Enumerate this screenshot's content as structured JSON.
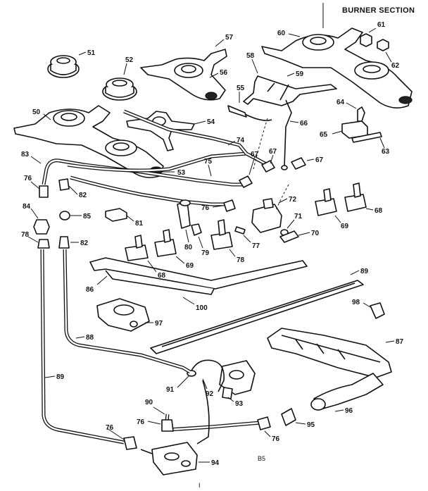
{
  "diagram": {
    "title": "BURNER SECTION",
    "page_ref": "B5",
    "bottom_mark": "I"
  },
  "callouts": [
    {
      "id": "c51",
      "label": "51"
    },
    {
      "id": "c52",
      "label": "52"
    },
    {
      "id": "c57",
      "label": "57"
    },
    {
      "id": "c56a",
      "label": "56"
    },
    {
      "id": "c60",
      "label": "60"
    },
    {
      "id": "c61",
      "label": "61"
    },
    {
      "id": "c62",
      "label": "62"
    },
    {
      "id": "c58",
      "label": "58"
    },
    {
      "id": "c59",
      "label": "59"
    },
    {
      "id": "c55",
      "label": "55"
    },
    {
      "id": "c64",
      "label": "64"
    },
    {
      "id": "c50",
      "label": "50"
    },
    {
      "id": "c54",
      "label": "54"
    },
    {
      "id": "c66",
      "label": "66"
    },
    {
      "id": "c65",
      "label": "65"
    },
    {
      "id": "c63",
      "label": "63"
    },
    {
      "id": "c74",
      "label": "74"
    },
    {
      "id": "c83",
      "label": "83"
    },
    {
      "id": "c75",
      "label": "75"
    },
    {
      "id": "c67a",
      "label": "67"
    },
    {
      "id": "c67b",
      "label": "67"
    },
    {
      "id": "c67c",
      "label": "67"
    },
    {
      "id": "c53",
      "label": "53"
    },
    {
      "id": "c76a",
      "label": "76"
    },
    {
      "id": "c82a",
      "label": "82"
    },
    {
      "id": "c72",
      "label": "72"
    },
    {
      "id": "c84",
      "label": "84"
    },
    {
      "id": "c85",
      "label": "85"
    },
    {
      "id": "c81",
      "label": "81"
    },
    {
      "id": "c76b",
      "label": "76"
    },
    {
      "id": "c71",
      "label": "71"
    },
    {
      "id": "c68a",
      "label": "68"
    },
    {
      "id": "c69a",
      "label": "69"
    },
    {
      "id": "c78a",
      "label": "78"
    },
    {
      "id": "c82b",
      "label": "82"
    },
    {
      "id": "c80",
      "label": "80"
    },
    {
      "id": "c79",
      "label": "79"
    },
    {
      "id": "c77",
      "label": "77"
    },
    {
      "id": "c70",
      "label": "70"
    },
    {
      "id": "c78b",
      "label": "78"
    },
    {
      "id": "c68b",
      "label": "68"
    },
    {
      "id": "c69b",
      "label": "69"
    },
    {
      "id": "c89a",
      "label": "89"
    },
    {
      "id": "c86",
      "label": "86"
    },
    {
      "id": "c100",
      "label": "100"
    },
    {
      "id": "c98",
      "label": "98"
    },
    {
      "id": "c97",
      "label": "97"
    },
    {
      "id": "c88",
      "label": "88"
    },
    {
      "id": "c87",
      "label": "87"
    },
    {
      "id": "c89b",
      "label": "89"
    },
    {
      "id": "c91",
      "label": "91"
    },
    {
      "id": "c92",
      "label": "92"
    },
    {
      "id": "c93",
      "label": "93"
    },
    {
      "id": "c90",
      "label": "90"
    },
    {
      "id": "c96",
      "label": "96"
    },
    {
      "id": "c76c",
      "label": "76"
    },
    {
      "id": "c95",
      "label": "95"
    },
    {
      "id": "c76d",
      "label": "76"
    },
    {
      "id": "c76e",
      "label": "76"
    },
    {
      "id": "c94",
      "label": "94"
    }
  ]
}
